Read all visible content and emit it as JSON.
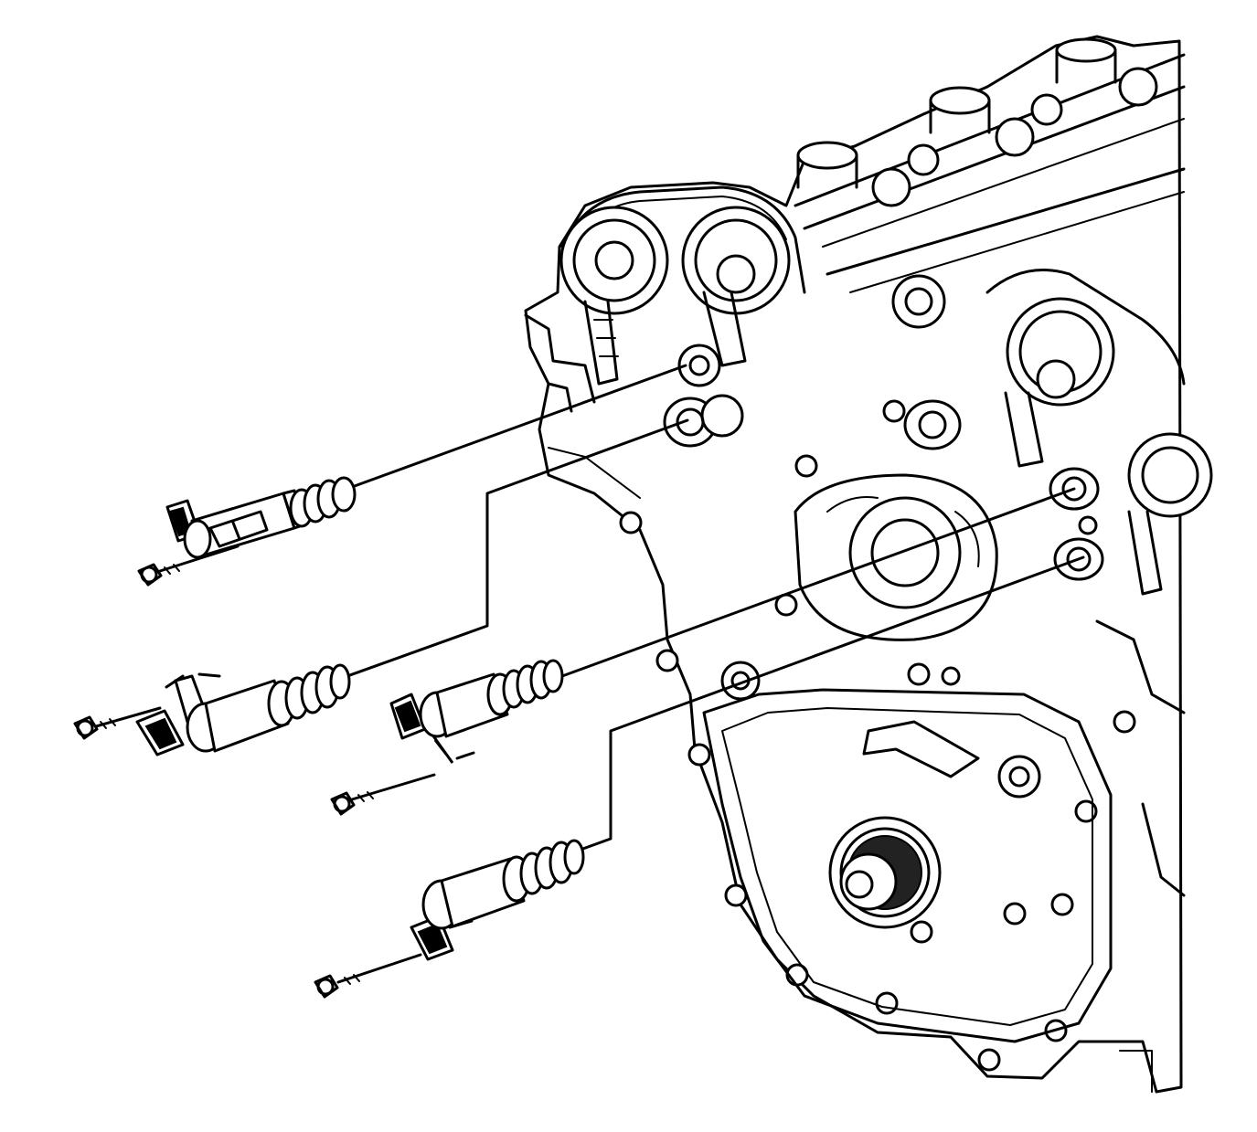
{
  "diagram": {
    "type": "exploded-view-line-art",
    "colors": {
      "line": "#000000",
      "background": "#ffffff"
    },
    "parts": [
      {
        "id": "solenoid-1",
        "icon": "oil-control-solenoid-icon"
      },
      {
        "id": "solenoid-2",
        "icon": "oil-control-solenoid-icon"
      },
      {
        "id": "solenoid-3",
        "icon": "oil-control-solenoid-icon"
      },
      {
        "id": "solenoid-4",
        "icon": "oil-control-solenoid-icon"
      }
    ],
    "fasteners": [
      {
        "id": "bolt-1",
        "icon": "bolt-icon"
      },
      {
        "id": "bolt-2",
        "icon": "bolt-icon"
      },
      {
        "id": "bolt-3",
        "icon": "bolt-icon"
      },
      {
        "id": "bolt-4",
        "icon": "bolt-icon"
      }
    ],
    "assembly": {
      "icon": "engine-front-icon"
    }
  }
}
